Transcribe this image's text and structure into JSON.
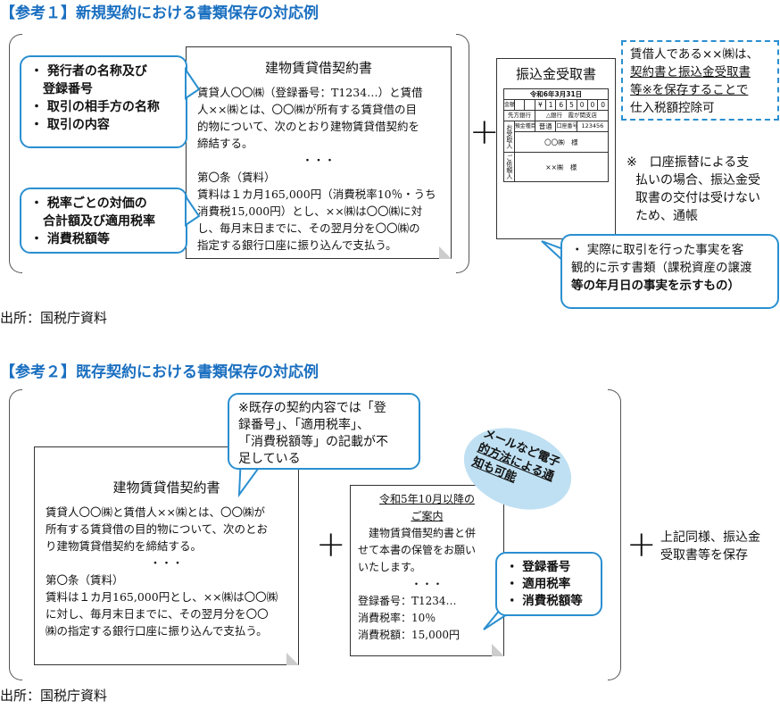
{
  "ref1": {
    "title": "【参考１】新規契約における書類保存の対応例",
    "callout1": [
      "・ 発行者の名称及び",
      "　登録番号",
      "・ 取引の相手方の名称",
      "・ 取引の内容"
    ],
    "callout2": [
      "・ 税率ごとの対価の",
      "　合計額及び適用税率",
      "・ 消費税額等"
    ],
    "contract": {
      "heading": "建物賃貸借契約書",
      "lines": [
        "賃貸人〇〇㈱（登録番号：T1234…）と賃借",
        "人××㈱とは、〇〇㈱が所有する賃貸借の目",
        "的物について、次のとおり建物賃貸借契約を",
        "締結する。"
      ],
      "dots": "・・・",
      "article": "第〇条（賃料）",
      "rent": [
        "賃料は１カ月165,000円（消費税率10％・うち",
        "消費税15,000円）とし、××㈱は〇〇㈱に対",
        "し、毎月末日までに、その翌月分を〇〇㈱の",
        "指定する銀行口座に振り込んで支払う。"
      ]
    },
    "plus": "+",
    "receipt": {
      "heading": "振込金受取書",
      "date": "令和6年3月31日",
      "amount_label": "金額",
      "amount_digits": [
        "",
        "",
        "¥",
        "1",
        "6",
        "5",
        "0",
        "0",
        "0"
      ],
      "bank_label": "先方銀行",
      "bank": "△銀行　霞が関支店",
      "recipient_label": "お受取人",
      "acct_type_label": "預金種目",
      "acct_type": "普通",
      "acct_no_label": "口座番号",
      "acct_no": "123456",
      "recipient": "〇〇㈱　様",
      "requester_label": "ご依頼人",
      "requester": "××㈱　様"
    },
    "dashed_box": [
      "賃借人である××㈱は、",
      "契約書と振込金受取書",
      "等※を保存することで",
      "仕入税額控除可"
    ],
    "note": [
      "※　口座振替による支",
      "払いの場合、振込金受",
      "取書の交付は受けない",
      "ため、通帳"
    ],
    "callout3": [
      "・ 実際に取引を行った事実を客",
      "観的に示す書類（課税資産の譲渡",
      "等の年月日の事実を示すもの）"
    ],
    "source": "出所：国税庁資料"
  },
  "ref2": {
    "title": "【参考２】既存契約における書類保存の対応例",
    "callout_top": [
      "※既存の契約内容では「登",
      "録番号」、「適用税率」、",
      "「消費税額等」の記載が不",
      "足している"
    ],
    "contract": {
      "heading": "建物賃貸借契約書",
      "lines": [
        "賃貸人〇〇㈱と賃借人××㈱とは、〇〇㈱が",
        "所有する賃貸借の目的物について、次のとお",
        "り建物賃貸借契約を締結する。"
      ],
      "dots": "・・・",
      "article": "第〇条（賃料）",
      "rent": [
        "賃料は１カ月165,000円とし、××㈱は〇〇㈱",
        "に対し、毎月末日までに、その翌月分を〇〇",
        "㈱の指定する銀行口座に振り込んで支払う。"
      ]
    },
    "notice": {
      "heading1": "令和5年10月以降の",
      "heading2": "ご案内",
      "body": [
        "建物賃貸借契約書と併",
        "せて本書の保管をお願い",
        "いたします。"
      ],
      "dots": "・・・",
      "reg": "登録番号：T1234…",
      "rate": "消費税率：10％",
      "tax": "消費税額：15,000円"
    },
    "ellipse": [
      "メールなど電子",
      "的方法による通",
      "知も可能"
    ],
    "callout_small": [
      "・ 登録番号",
      "・ 適用税率",
      "・ 消費税額等"
    ],
    "plus": "+",
    "right_text": [
      "上記同様、振込金",
      "受取書等を保存"
    ],
    "source": "出所：国税庁資料"
  },
  "colors": {
    "accent": "#1a6fc0",
    "callout_border": "#2a8fd0",
    "ellipse": "#bfe0f2"
  }
}
